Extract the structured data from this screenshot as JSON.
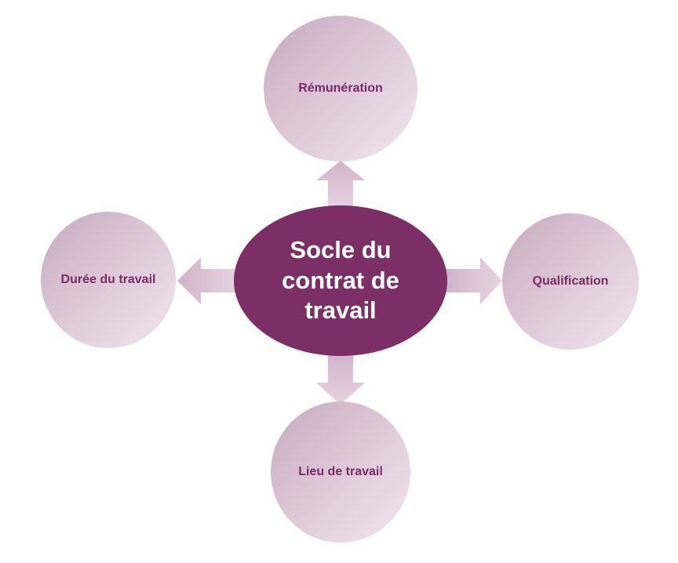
{
  "center": {
    "label": "Socle du contrat de travail"
  },
  "nodes": {
    "top": "Rémunération",
    "right": "Qualification",
    "bottom": "Lieu de travail",
    "left": "Durée du travail"
  },
  "colors": {
    "center_fill": "#7c2e66",
    "center_text": "#ffffff",
    "node_text": "#7b2a62",
    "node_gradient_dark": "#c7a9c0",
    "node_gradient_light": "#f1e6ee",
    "arrow_fill": "#d9bfd1"
  }
}
